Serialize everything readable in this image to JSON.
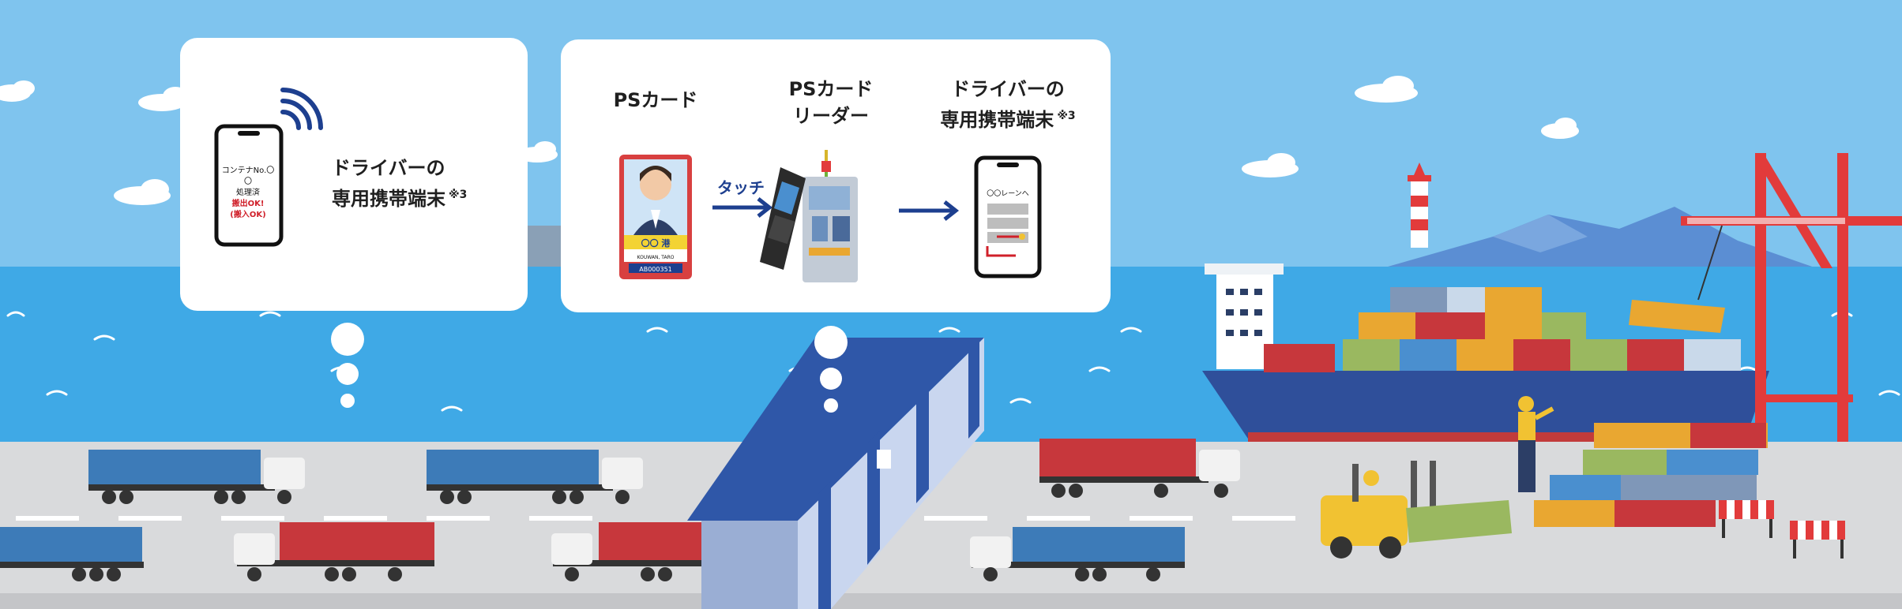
{
  "steps_left": {
    "device_label_line1": "ドライバーの",
    "device_label_line2": "専用携帯端末",
    "device_label_note": "※3",
    "phone_screen": {
      "line1": "コンテナNo.〇〇",
      "line2": "処理済",
      "line3": "搬出OK!",
      "line4": "(搬入OK)"
    }
  },
  "steps_right": {
    "card_label": "PSカード",
    "reader_label_line1": "PSカード",
    "reader_label_line2": "リーダー",
    "device_label_line1": "ドライバーの",
    "device_label_line2": "専用携帯端末",
    "device_label_note": "※3",
    "touch_label": "タッチ",
    "phone_screen_text": "〇〇レーンへ"
  },
  "id_card": {
    "port_text": "〇〇 港",
    "name": "KOUWAN, TARO",
    "number": "AB000351"
  },
  "colors": {
    "sky": "#7fc4ee",
    "sea": "#3fa9e6",
    "road": "#d9dadc",
    "arrow": "#1d3f8f",
    "crane": "#e23b3b",
    "ship_hull": "#2f4f9a",
    "warehouse": "#2f57a8"
  }
}
